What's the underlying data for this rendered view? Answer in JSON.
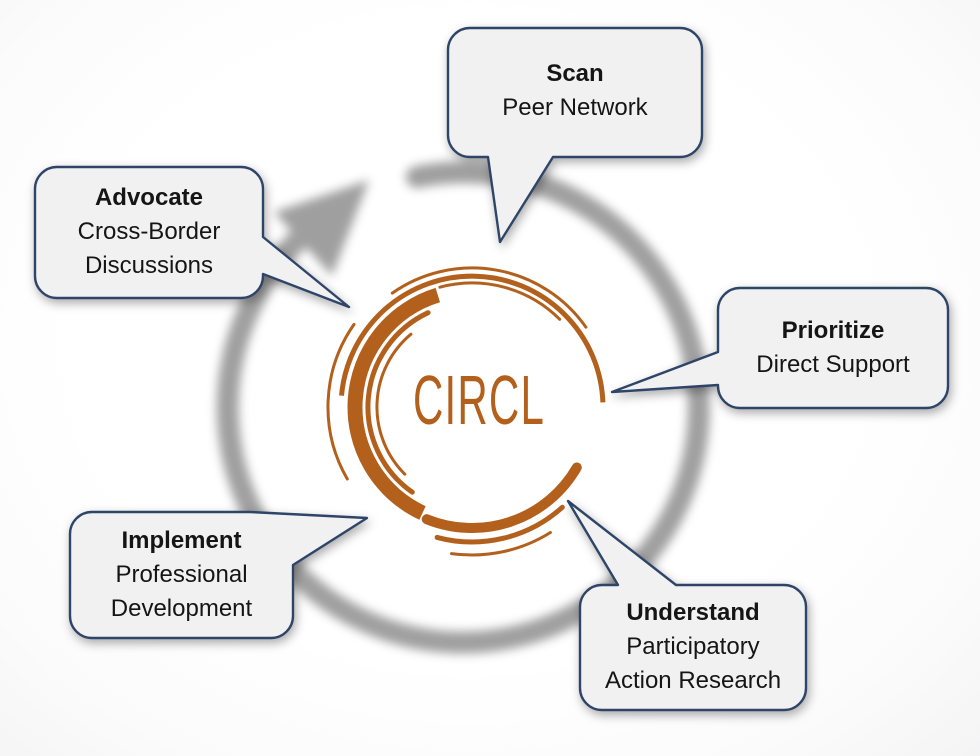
{
  "diagram": {
    "center_label": "CIRCL",
    "callouts": [
      {
        "id": "scan",
        "title": "Scan",
        "lines": [
          "Peer Network"
        ]
      },
      {
        "id": "advocate",
        "title": "Advocate",
        "lines": [
          "Cross-Border",
          "Discussions"
        ]
      },
      {
        "id": "prioritize",
        "title": "Prioritize",
        "lines": [
          "Direct Support"
        ]
      },
      {
        "id": "understand",
        "title": "Understand",
        "lines": [
          "Participatory",
          "Action Research"
        ]
      },
      {
        "id": "implement",
        "title": "Implement",
        "lines": [
          "Professional",
          "Development"
        ]
      }
    ],
    "colors": {
      "accent_orange": "#b4601d",
      "bubble_border": "#2e4468",
      "bubble_fill": "#f1f1f2",
      "arrow_gray": "#8a8a8a",
      "text": "#151515"
    }
  }
}
